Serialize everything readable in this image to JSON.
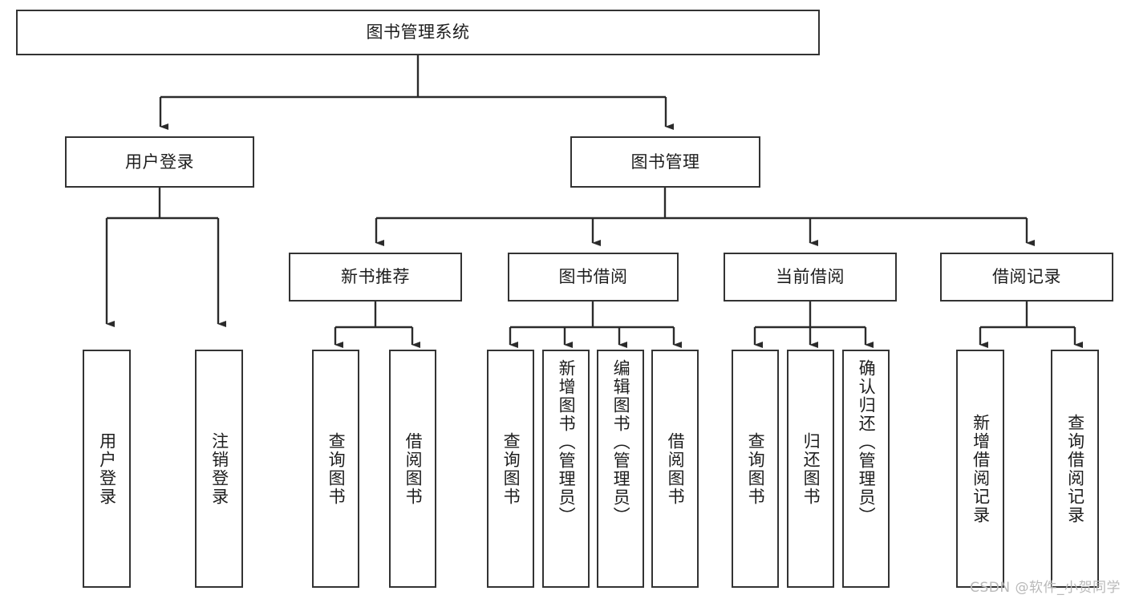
{
  "diagram": {
    "title": "图书管理系统",
    "watermark": "CSDN @软件_小贺同学",
    "colors": {
      "background": "#ffffff",
      "box_border": "#333333",
      "box_fill": "#ffffff",
      "edge": "#2b2b2b",
      "text": "#1d1d1d",
      "watermark": "#b9b9b9"
    },
    "root": {
      "label": "图书管理系统"
    },
    "level2": [
      {
        "label": "用户登录"
      },
      {
        "label": "图书管理"
      }
    ],
    "level3": [
      {
        "label": "新书推荐"
      },
      {
        "label": "图书借阅"
      },
      {
        "label": "当前借阅"
      },
      {
        "label": "借阅记录"
      }
    ],
    "leaves": {
      "user_login": [
        {
          "label": "用户登录"
        },
        {
          "label": "注销登录"
        }
      ],
      "new_book_recommend": [
        {
          "label": "查询图书"
        },
        {
          "label": "借阅图书"
        }
      ],
      "book_borrow": [
        {
          "label": "查询图书"
        },
        {
          "label": "新增图书（管理员）"
        },
        {
          "label": "编辑图书（管理员）"
        },
        {
          "label": "借阅图书"
        }
      ],
      "current_borrow": [
        {
          "label": "查询图书"
        },
        {
          "label": "归还图书"
        },
        {
          "label": "确认归还（管理员）"
        }
      ],
      "borrow_record": [
        {
          "label": "新增借阅记录"
        },
        {
          "label": "查询借阅记录"
        }
      ]
    }
  }
}
